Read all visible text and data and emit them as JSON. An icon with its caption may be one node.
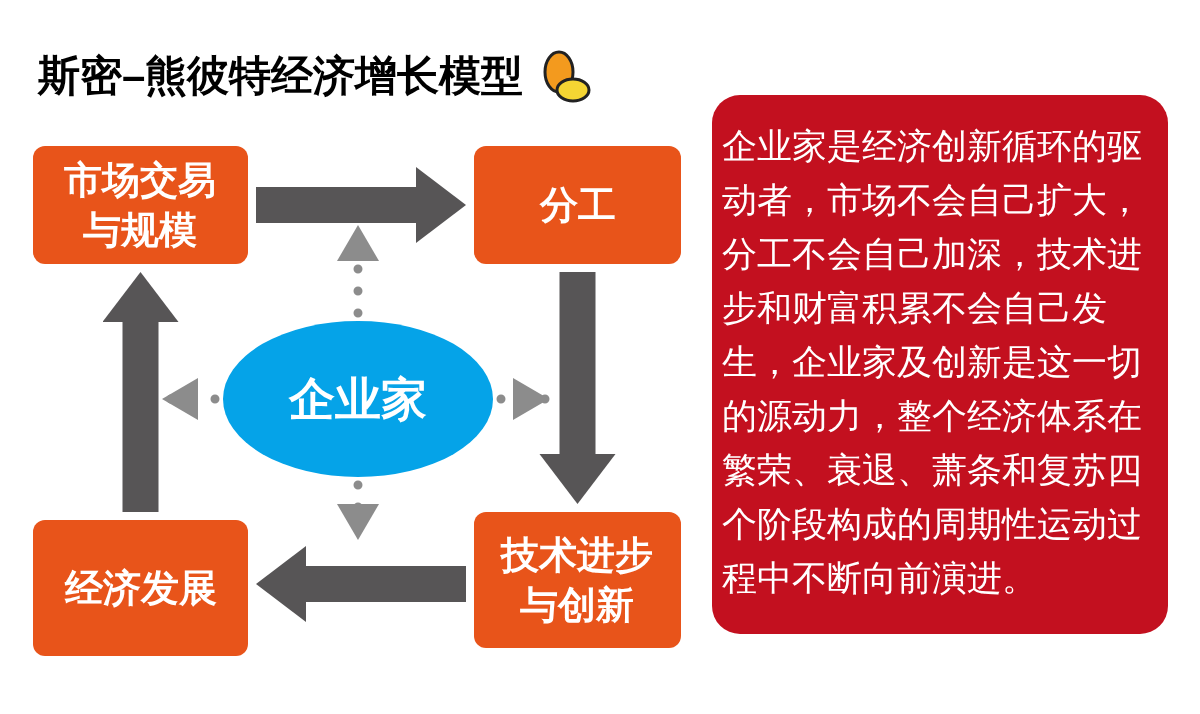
{
  "diagram": {
    "title": "斯密–熊彼特经济增长模型",
    "nodes": [
      {
        "text": [
          "市场交易与规模"
        ]
      },
      {
        "text": [
          "分工"
        ]
      },
      {
        "text": [
          "企业家"
        ]
      },
      {
        "text": [
          "经济发展"
        ]
      },
      {
        "text": [
          "技术进步与创新"
        ]
      },
      {
        "text": [
          "企业家是经济创新循环的驱动者，市场不会自己扩大，分工不会自己加深，技术进步和财富积累不会自己发生，企业家及创新是这一切的源动力，整个经济体系在繁荣、衰退、萧条和复苏四个阶段构成的周期性运动过程中不断向前演进。"
        ]
      }
    ],
    "edges": [
      {
        "from": 0,
        "to": 1,
        "arrow": "to",
        "style": "thick"
      },
      {
        "from": 1,
        "to": 4,
        "arrow": "to",
        "style": "thick"
      },
      {
        "from": 4,
        "to": 3,
        "arrow": "to",
        "style": "thick"
      },
      {
        "from": 3,
        "to": 0,
        "arrow": "to",
        "style": "thick"
      },
      {
        "from": 2,
        "to": null,
        "arrow": "to",
        "style": "dashed",
        "color": "#8c8c8c"
      },
      {
        "from": 2,
        "to": null,
        "arrow": "to",
        "style": "dashed",
        "color": "#8c8c8c"
      },
      {
        "from": 2,
        "to": null,
        "arrow": "to",
        "style": "dashed",
        "color": "#8c8c8c"
      },
      {
        "from": 2,
        "to": null,
        "arrow": "to",
        "style": "dashed",
        "color": "#8c8c8c"
      }
    ]
  }
}
